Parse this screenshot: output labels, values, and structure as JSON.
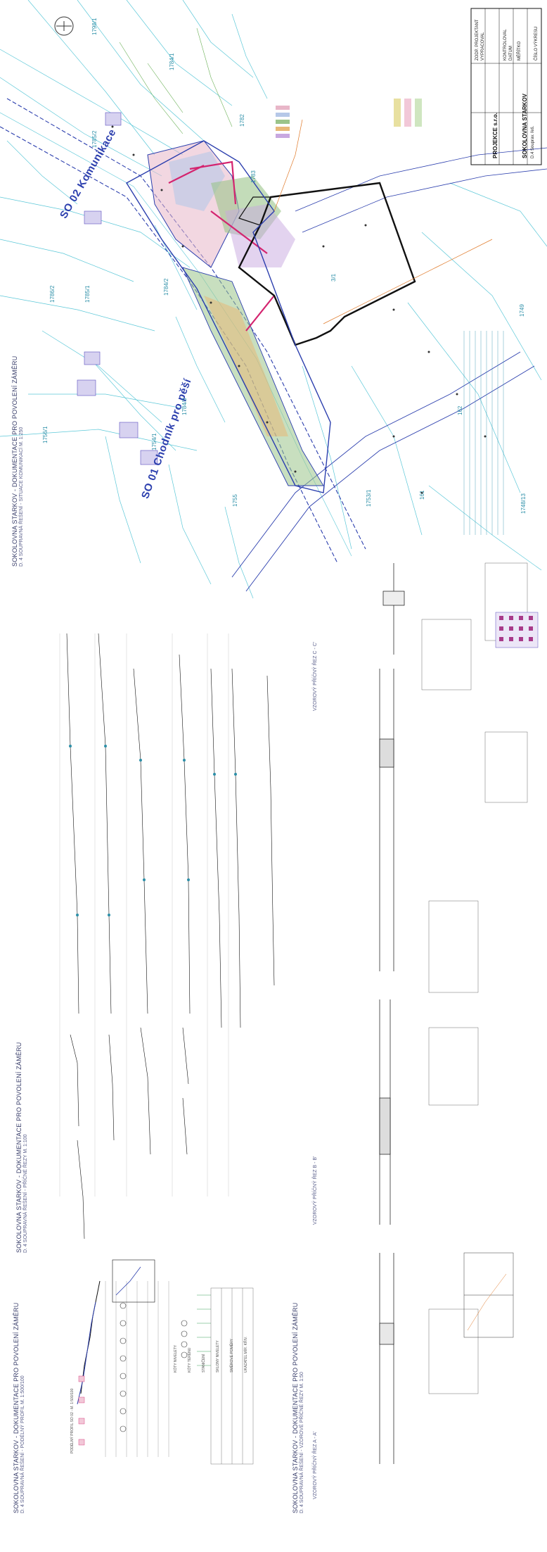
{
  "plan": {
    "title": "SOKOLOVNA STARKOV - DOKUMENTACE PRO POVOLENÍ ZÁMĚRU",
    "subtitle": "D. 4 SOUPRAVNÁ ŘEŠENÍ - SITUACE KOMUNIKACÍ M. 1:250",
    "label_so02": "SO 02 Komunikace",
    "label_so01": "SO 01 Chodník pro pěší",
    "parcels": [
      "1798/1",
      "1784/1",
      "1785/2",
      "1786/2",
      "1784/2",
      "1785/1",
      "1782",
      "1783",
      "1784/3",
      "1756/1",
      "1754/1",
      "1755",
      "3/1",
      "1753/1",
      "1748/13",
      "1749",
      "161",
      "162"
    ]
  },
  "profile_section": {
    "title": "SOKOLOVNA STARKOV - DOKUMENTACE PRO POVOLENÍ ZÁMĚRU",
    "subtitle": "D. 4 SOUPRAVNÁ ŘEŠENÍ - PŘÍČNÉ ŘEZY M. 1:100"
  },
  "longitudinal_section": {
    "title": "SOKOLOVNA STARKOV - DOKUMENTACE PRO POVOLENÍ ZÁMĚRU",
    "subtitle": "D. 4 SOUPRAVNÁ ŘEŠENÍ - PODÉLNÝ PROFIL M. 1:500/100",
    "scale_note": "PODÉLNÝ PROFIL SO 02 - M. 1:500/100",
    "row_labels": [
      "KÓTY NIVELETY",
      "KÓTY TERÉNU",
      "STANIČENÍ",
      "SKLONY NIVELETY",
      "SMĚROVÉ POMĚRY",
      "UKAZATEL MÍR. KŘIV."
    ]
  },
  "cross_sections": {
    "title": "SOKOLOVNA STARKOV - DOKUMENTACE PRO POVOLENÍ ZÁMĚRU",
    "subtitle": "D. 4 SOUPRAVNÁ ŘEŠENÍ - VZOROVÉ PŘÍČNÉ ŘEZY M. 1:50",
    "labels": [
      "VZOROVÝ PŘÍČNÝ ŘEZ A - A'",
      "VZOROVÝ PŘÍČNÝ ŘEZ B - B'",
      "VZOROVÝ PŘÍČNÝ ŘEZ C - C'"
    ]
  },
  "title_block": {
    "company": "PROJEKCE s.r.o.",
    "project": "SOKOLOVNA STARKOV",
    "drawing": "D.4 Souprav. řeš.",
    "rows": [
      "ZODP. PROJEKTANT",
      "VYPRACOVAL",
      "KONTROLOVAL",
      "DATUM",
      "MĚŘÍTKO",
      "ČÍSLO VÝKRESU"
    ]
  },
  "colors": {
    "survey_cyan": "#5cc8d8",
    "design_blue": "#2c3fae",
    "boundary_magenta": "#d4246f",
    "building_black": "#111111",
    "area_green": "#9bc48a",
    "area_orange": "#e8b878",
    "area_pink": "#e8b6c8"
  }
}
